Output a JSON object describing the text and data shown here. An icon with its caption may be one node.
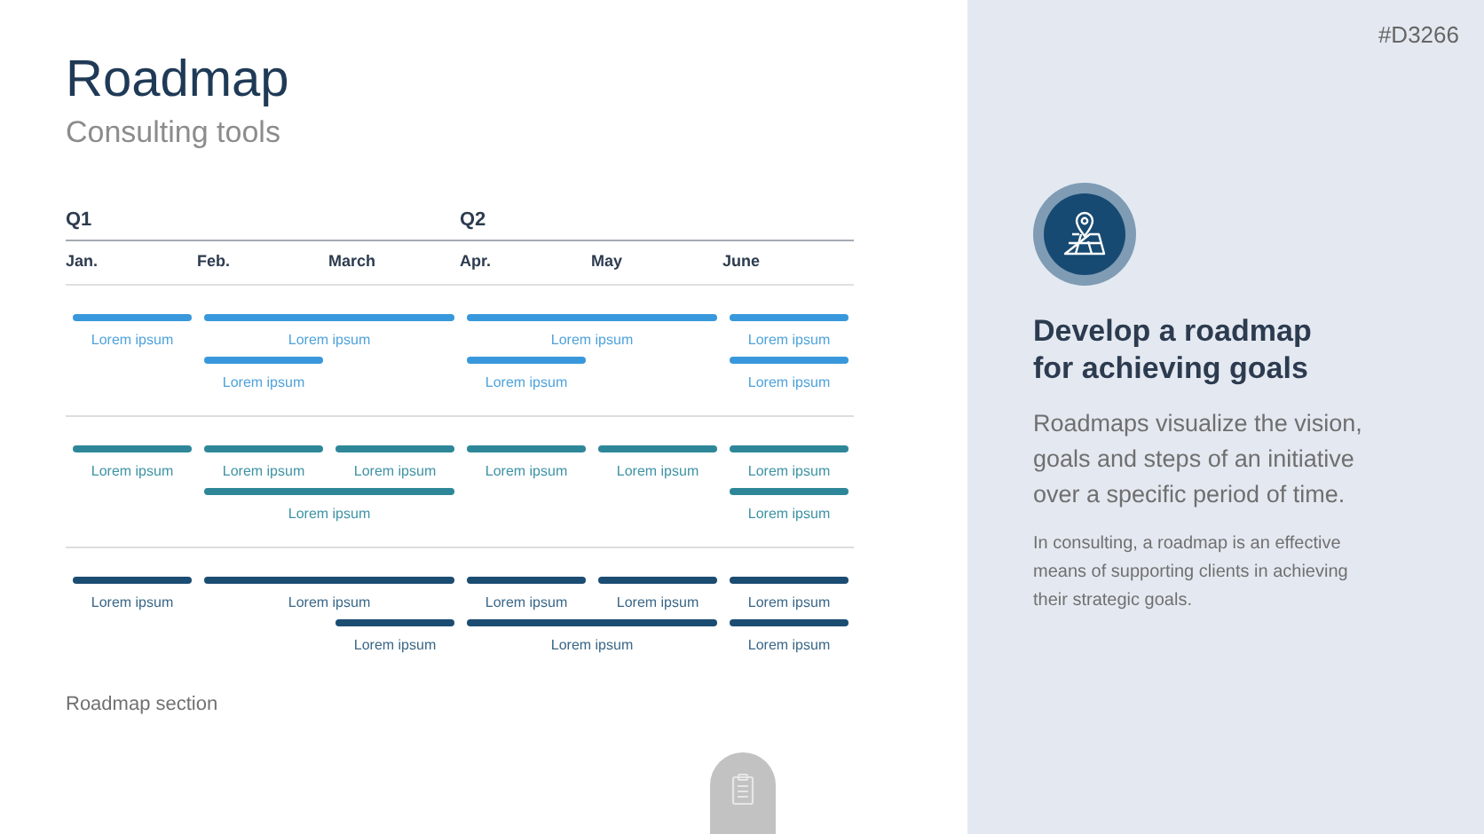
{
  "diagram": {
    "title": "Roadmap",
    "nodes": [
      {
        "text": [
          "Lorem ipsum"
        ]
      },
      {
        "text": [
          "Lorem ipsum"
        ]
      },
      {
        "text": [
          "Lorem ipsum"
        ]
      },
      {
        "text": [
          "Lorem ipsum"
        ]
      },
      {
        "text": [
          "Lorem ipsum"
        ]
      },
      {
        "text": [
          "Lorem ipsum"
        ]
      },
      {
        "text": [
          "Lorem ipsum"
        ]
      },
      {
        "text": [
          "Lorem ipsum"
        ]
      },
      {
        "text": [
          "Lorem ipsum"
        ]
      },
      {
        "text": [
          "Lorem ipsum"
        ]
      },
      {
        "text": [
          "Lorem ipsum"
        ]
      },
      {
        "text": [
          "Lorem ipsum"
        ]
      },
      {
        "text": [
          "Lorem ipsum"
        ]
      },
      {
        "text": [
          "Lorem ipsum"
        ]
      },
      {
        "text": [
          "Lorem ipsum"
        ]
      },
      {
        "text": [
          "Lorem ipsum"
        ]
      },
      {
        "text": [
          "Lorem ipsum"
        ]
      },
      {
        "text": [
          "Lorem ipsum"
        ]
      },
      {
        "text": [
          "Lorem ipsum"
        ]
      },
      {
        "text": [
          "Lorem ipsum"
        ]
      },
      {
        "text": [
          "Lorem ipsum"
        ]
      },
      {
        "text": [
          "Lorem ipsum"
        ]
      },
      {
        "text": [
          "Lorem ipsum"
        ]
      },
      {
        "text": [
          "Develop a roadmap for achieving goals",
          "Roadmaps visualize the vision, goals and steps of an initiative over a specific period of time.",
          "In consulting, a roadmap is an effective means of supporting clients in achieving their strategic goals."
        ]
      }
    ],
    "edges": [],
    "labels": [
      "Consulting tools",
      "Q1",
      "Q2",
      "Jan.",
      "Feb.",
      "March",
      "Apr.",
      "May",
      "June",
      "Roadmap section",
      "#D3266"
    ]
  }
}
